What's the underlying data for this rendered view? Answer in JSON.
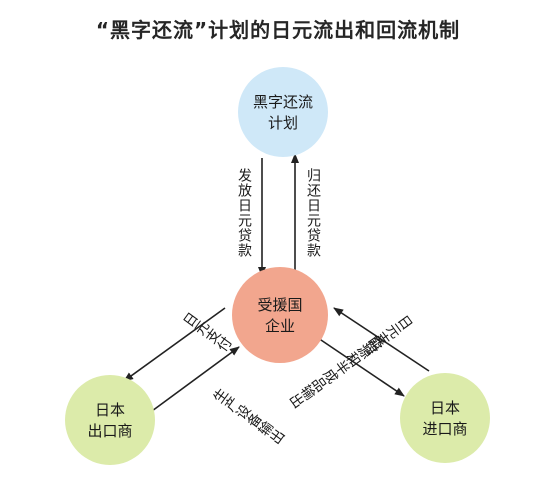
{
  "title": "“黑字还流”计划的日元流出和回流机制",
  "colors": {
    "plan": "#cfe8f8",
    "enterprise": "#f2a68e",
    "exporter": "#dcebaa",
    "importer": "#dcebaa",
    "arrow": "#222222"
  },
  "nodes": {
    "plan": {
      "lines": [
        "黑字还流",
        "计划"
      ]
    },
    "enterprise": {
      "lines": [
        "受援国",
        "企业"
      ]
    },
    "exporter": {
      "lines": [
        "日本",
        "出口商"
      ]
    },
    "importer": {
      "lines": [
        "日本",
        "进口商"
      ]
    }
  },
  "edges": {
    "issue_loan": {
      "text": "发放日元贷款",
      "from": "plan",
      "to": "enterprise"
    },
    "repay_loan": {
      "text": "归还日元贷款",
      "from": "enterprise",
      "to": "plan"
    },
    "yen_pay_export": {
      "text": "日元支付",
      "from": "enterprise",
      "to": "exporter"
    },
    "export_equipment": {
      "text": "生产设备输出",
      "from": "exporter",
      "to": "enterprise"
    },
    "yen_pay_import": {
      "text": "日元支付",
      "from": "importer",
      "to": "enterprise"
    },
    "export_goods": {
      "text": "能源和半成品输出",
      "from": "enterprise",
      "to": "importer"
    }
  }
}
